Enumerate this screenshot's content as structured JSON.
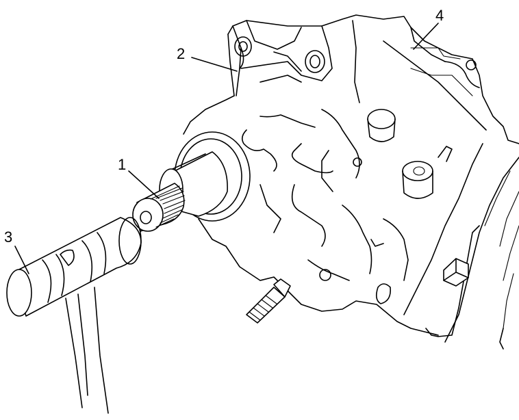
{
  "figure": {
    "callouts": [
      {
        "label": "1",
        "part": "splined-shaft"
      },
      {
        "label": "2",
        "part": "mounting-flange"
      },
      {
        "label": "3",
        "part": "tool-handle"
      },
      {
        "label": "4",
        "part": "transmission-case"
      }
    ]
  }
}
